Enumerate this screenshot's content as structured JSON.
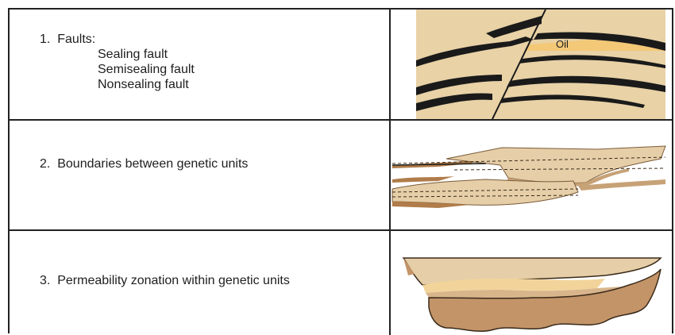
{
  "rows": [
    {
      "number": "1.",
      "title": "Faults:",
      "subitems": [
        "Sealing fault",
        "Semisealing fault",
        "Nonsealing fault"
      ],
      "figure": {
        "label": "Oil"
      }
    },
    {
      "number": "2.",
      "title": "Boundaries between genetic units"
    },
    {
      "number": "3.",
      "title": "Permeability zonation within genetic units"
    }
  ],
  "colors": {
    "background_tan": "#e8d2a6",
    "bed_black": "#1a1a1a",
    "oil_yellow": "#f3c877",
    "unit_tan_light": "#e6cfa8",
    "unit_tan_dark": "#c7a277",
    "unit_brown": "#b07c4a",
    "zone_light": "#f2d49b",
    "zone_mid": "#d9b58c",
    "zone_dark": "#c39468"
  }
}
